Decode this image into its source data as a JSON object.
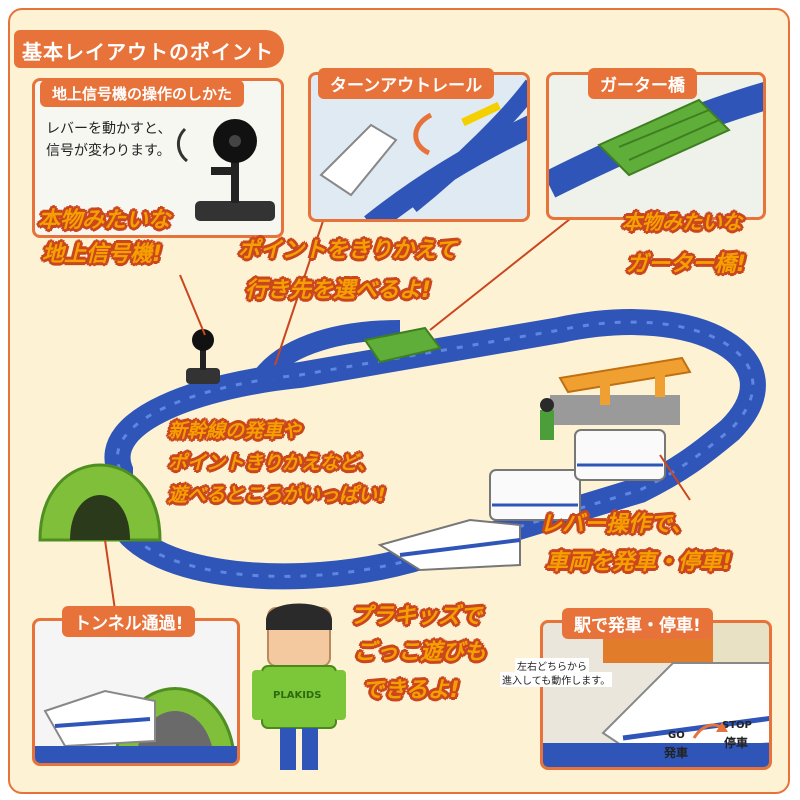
{
  "header": {
    "title": "基本レイアウトのポイント"
  },
  "signal_panel": {
    "title": "地上信号機の操作のしかた",
    "line1": "レバーを動かすと、",
    "line2": "信号が変わります。"
  },
  "turnout_panel": {
    "title": "ターンアウトレール"
  },
  "girder_panel": {
    "title": "ガーター橋"
  },
  "callouts": {
    "signal_a": "本物みたいな",
    "signal_b": "地上信号機!",
    "point_a": "ポイントをきりかえて",
    "point_b": "行き先を選べるよ!",
    "girder_a": "本物みたいな",
    "girder_b": "ガーター橋!",
    "fun_a": "新幹線の発車や",
    "fun_b": "ポイントきりかえなど、",
    "fun_c": "遊べるところがいっぱい!",
    "lever_a": "レバー操作で、",
    "lever_b": "車両を発車・停車!",
    "plakids_a": "プラキッズで",
    "plakids_b": "ごっこ遊びも",
    "plakids_c": "できるよ!"
  },
  "tunnel_panel": {
    "title": "トンネル通過!"
  },
  "station_panel": {
    "title": "駅で発車・停車!",
    "note1": "左右どちらから",
    "note2": "進入しても動作します。",
    "go_en": "GO",
    "go_jp": "発車",
    "stop_en": "STOP",
    "stop_jp": "停車"
  },
  "figure": {
    "shirt_text": "PLAKIDS"
  },
  "colors": {
    "accent": "#e8733a",
    "callout_fill": "#f5a000",
    "rail_blue": "#2f55b8",
    "tunnel_green": "#7fbf3a",
    "girder_green": "#5fae3a",
    "platform_orange": "#f0a030"
  }
}
